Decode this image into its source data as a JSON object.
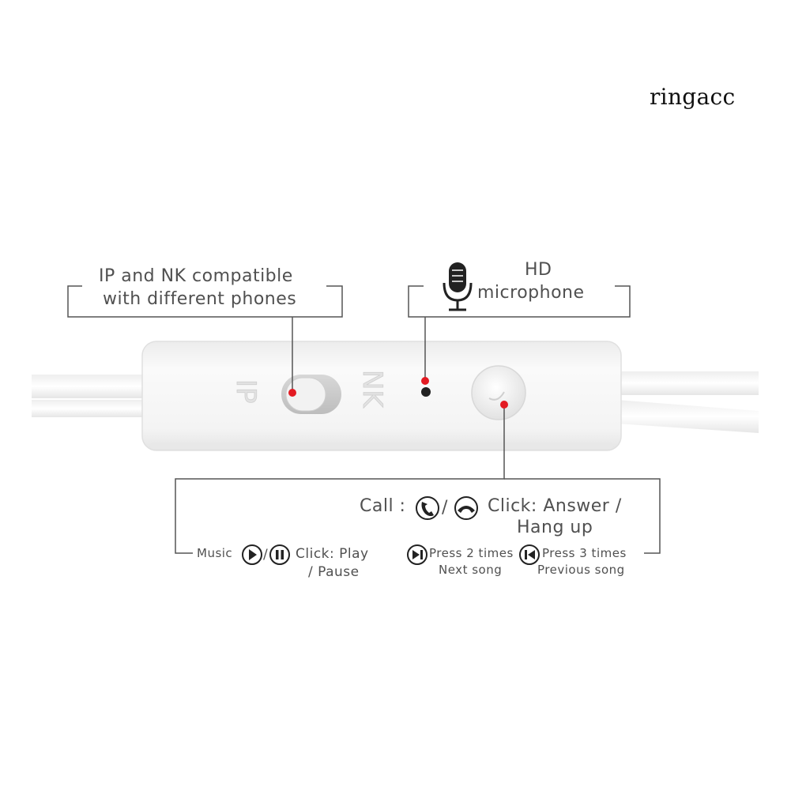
{
  "brand": {
    "name": "ringacc"
  },
  "callouts": {
    "compat": {
      "line1": "IP and NK compatible",
      "line2": "with different phones"
    },
    "mic": {
      "line1": "HD",
      "line2": "microphone",
      "icon": "microphone-icon"
    },
    "controls": {
      "call_label": "Call :",
      "call_separator": "/",
      "call_action_line1": "Click: Answer /",
      "call_action_line2": "Hang up",
      "music_label": "Music",
      "music_separator": "/",
      "music_action_line1": "Click: Play",
      "music_action_line2": "/ Pause",
      "next_line1": "Press 2 times",
      "next_line2": "Next song",
      "prev_line1": "Press 3 times",
      "prev_line2": "Previous song"
    }
  },
  "remote": {
    "switch_left": "IP",
    "switch_right": "NK"
  },
  "colors": {
    "marker": "#e31b23",
    "line": "#555555",
    "body": "#f4f4f4"
  }
}
